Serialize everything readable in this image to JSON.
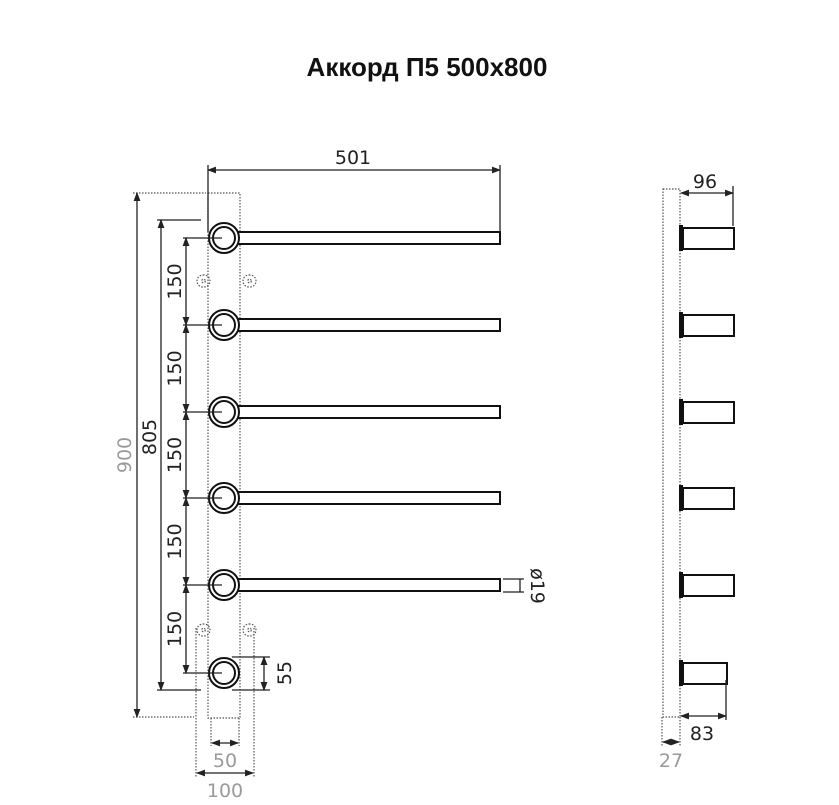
{
  "title": "Аккорд П5 500x800",
  "front_view": {
    "width_label": "501",
    "total_height_label": "900",
    "axis_height_label": "805",
    "spacing_labels": [
      "150",
      "150",
      "150",
      "150",
      "150"
    ],
    "node_label": "55",
    "tube_diameter_label": "ø19",
    "inner_width_label": "50",
    "outer_width_label": "100"
  },
  "side_view": {
    "depth_label": "96",
    "bottom_depth_label": "83",
    "wall_gap_label": "27"
  }
}
